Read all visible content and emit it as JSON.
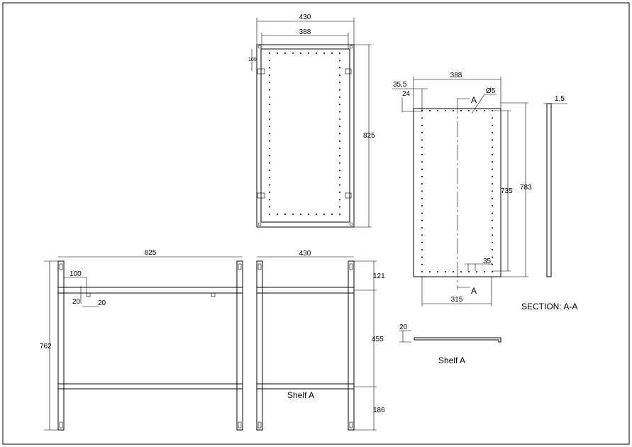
{
  "top_view": {
    "width_outer": "430",
    "width_inner": "388",
    "height": "825",
    "tab_offset": "100"
  },
  "section_view": {
    "width": "388",
    "offset_35_5": "35,5",
    "offset_24": "24",
    "hole_diameter": "Ø5",
    "inner_height": "735",
    "outer_height": "783",
    "hole_pitch": "35",
    "bottom_width": "315",
    "section_mark": "A",
    "thickness": "1,5",
    "section_title": "SECTION: A-A"
  },
  "front_view": {
    "width": "825",
    "height": "762",
    "hole_offset": "100",
    "hole_size_a": "20",
    "hole_size_b": "20"
  },
  "side_view": {
    "width": "430",
    "top_gap": "121",
    "shelf_spacing": "455",
    "bottom_gap": "186",
    "shelf_label": "Shelf A"
  },
  "shelf_detail": {
    "lip": "20",
    "label": "Shelf A"
  }
}
